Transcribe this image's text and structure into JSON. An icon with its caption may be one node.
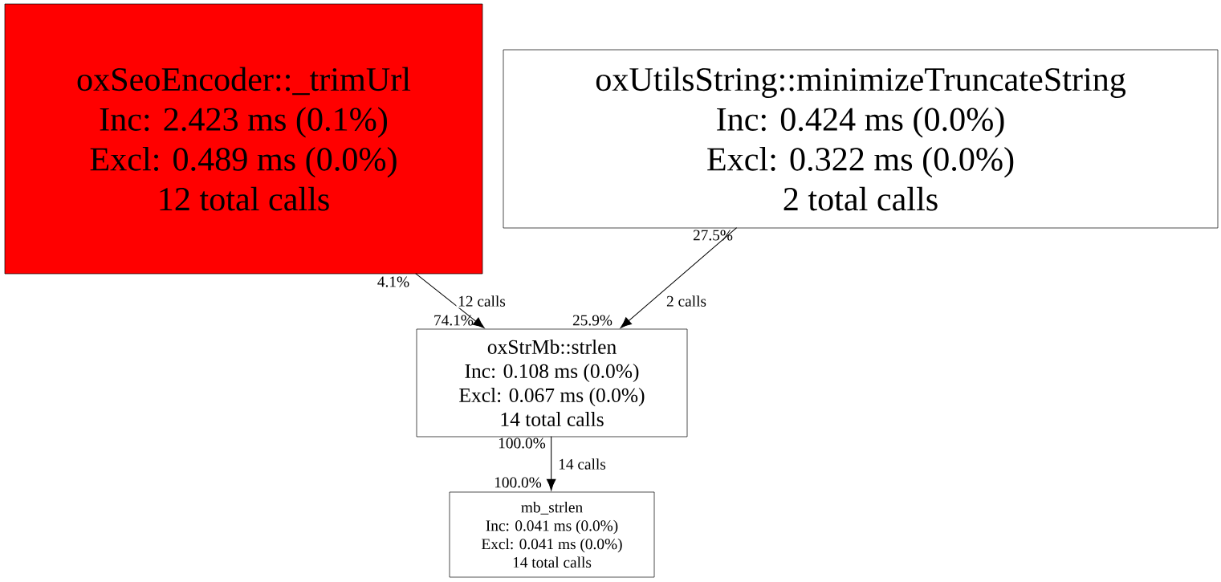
{
  "diagram": {
    "nodes": [
      {
        "text": [
          "oxSeoEncoder::_trimUrl",
          "Inc: 2.423 ms (0.1%)",
          "Excl: 0.489 ms (0.0%)",
          "12 total calls"
        ]
      },
      {
        "text": [
          "oxUtilsString::minimizeTruncateString",
          "Inc: 0.424 ms (0.0%)",
          "Excl: 0.322 ms (0.0%)",
          "2 total calls"
        ]
      },
      {
        "text": [
          "oxStrMb::strlen",
          "Inc: 0.108 ms (0.0%)",
          "Excl: 0.067 ms (0.0%)",
          "14 total calls"
        ]
      },
      {
        "text": [
          "mb_strlen",
          "Inc: 0.041 ms (0.0%)",
          "Excl: 0.041 ms (0.0%)",
          "14 total calls"
        ]
      }
    ],
    "edges": [
      {
        "from": 0,
        "to": 2,
        "arrow": "to",
        "label": "12 calls"
      },
      {
        "from": 1,
        "to": 2,
        "arrow": "to",
        "label": "2 calls"
      },
      {
        "from": 2,
        "to": 3,
        "arrow": "to",
        "label": "14 calls"
      }
    ],
    "labels": [
      "27.5%",
      "4.1%",
      "74.1%",
      "25.9%",
      "100.0%",
      "100.0%"
    ]
  }
}
